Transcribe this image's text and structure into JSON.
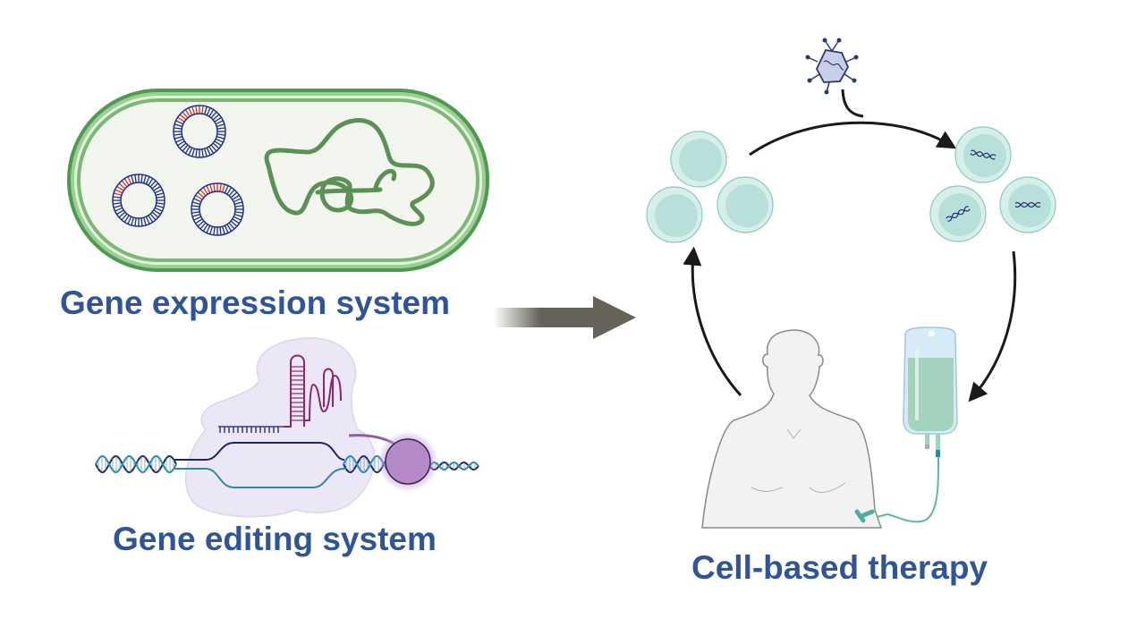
{
  "labels": {
    "gene_expression": "Gene expression system",
    "gene_editing": "Gene editing system",
    "cell_therapy": "Cell-based therapy"
  },
  "icons": {
    "bacterium": "bacterium-icon",
    "plasmid": "plasmid-icon",
    "chromosome": "chromosome-dna-icon",
    "cas_protein": "cas-protein-icon",
    "guide_rna": "guide-rna-icon",
    "dna_helix": "dna-helix-icon",
    "effector": "effector-domain-icon",
    "virus": "viral-vector-icon",
    "cell": "cell-icon",
    "patient": "patient-body-icon",
    "iv_bag": "iv-bag-icon",
    "arrow": "arrow-icon"
  },
  "colors": {
    "label_text": "#2f5597",
    "bacterium_outer": "#4e9a50",
    "bacterium_inner": "#f3f6ef",
    "plasmid_blue": "#1f2f8a",
    "plasmid_red": "#d8342a",
    "chromosome": "#5c9156",
    "cas_protein": "#ece7f6",
    "guide_rna": "#8a2a6a",
    "effector": "#b48ac9",
    "cell_fill": "#b7e0da",
    "cell_rim": "#d6efeb",
    "main_arrow": "#65625a",
    "cycle_arrow": "#1a1a1a"
  }
}
